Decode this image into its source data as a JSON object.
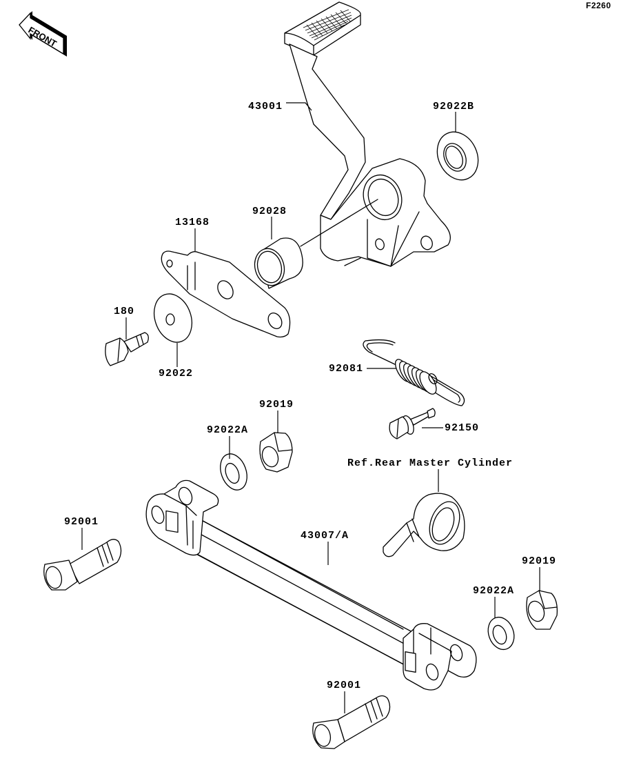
{
  "diagram": {
    "figure_code": "F2260",
    "orientation_indicator": "FRONT",
    "reference_note": "Ref.Rear Master Cylinder",
    "parts": [
      {
        "id": "brake_pedal",
        "part_number": "43001"
      },
      {
        "id": "washer_b",
        "part_number": "92022B"
      },
      {
        "id": "collar",
        "part_number": "92028"
      },
      {
        "id": "plate",
        "part_number": "13168"
      },
      {
        "id": "bolt_small",
        "part_number": "180"
      },
      {
        "id": "washer",
        "part_number": "92022"
      },
      {
        "id": "spring",
        "part_number": "92081"
      },
      {
        "id": "pin_bolt",
        "part_number": "92150"
      },
      {
        "id": "nut_left",
        "part_number": "92019"
      },
      {
        "id": "washer_a_left",
        "part_number": "92022A"
      },
      {
        "id": "bolt_left",
        "part_number": "92001"
      },
      {
        "id": "rod",
        "part_number": "43007/A"
      },
      {
        "id": "washer_a_right",
        "part_number": "92022A"
      },
      {
        "id": "nut_right",
        "part_number": "92019"
      },
      {
        "id": "bolt_bottom",
        "part_number": "92001"
      }
    ]
  }
}
